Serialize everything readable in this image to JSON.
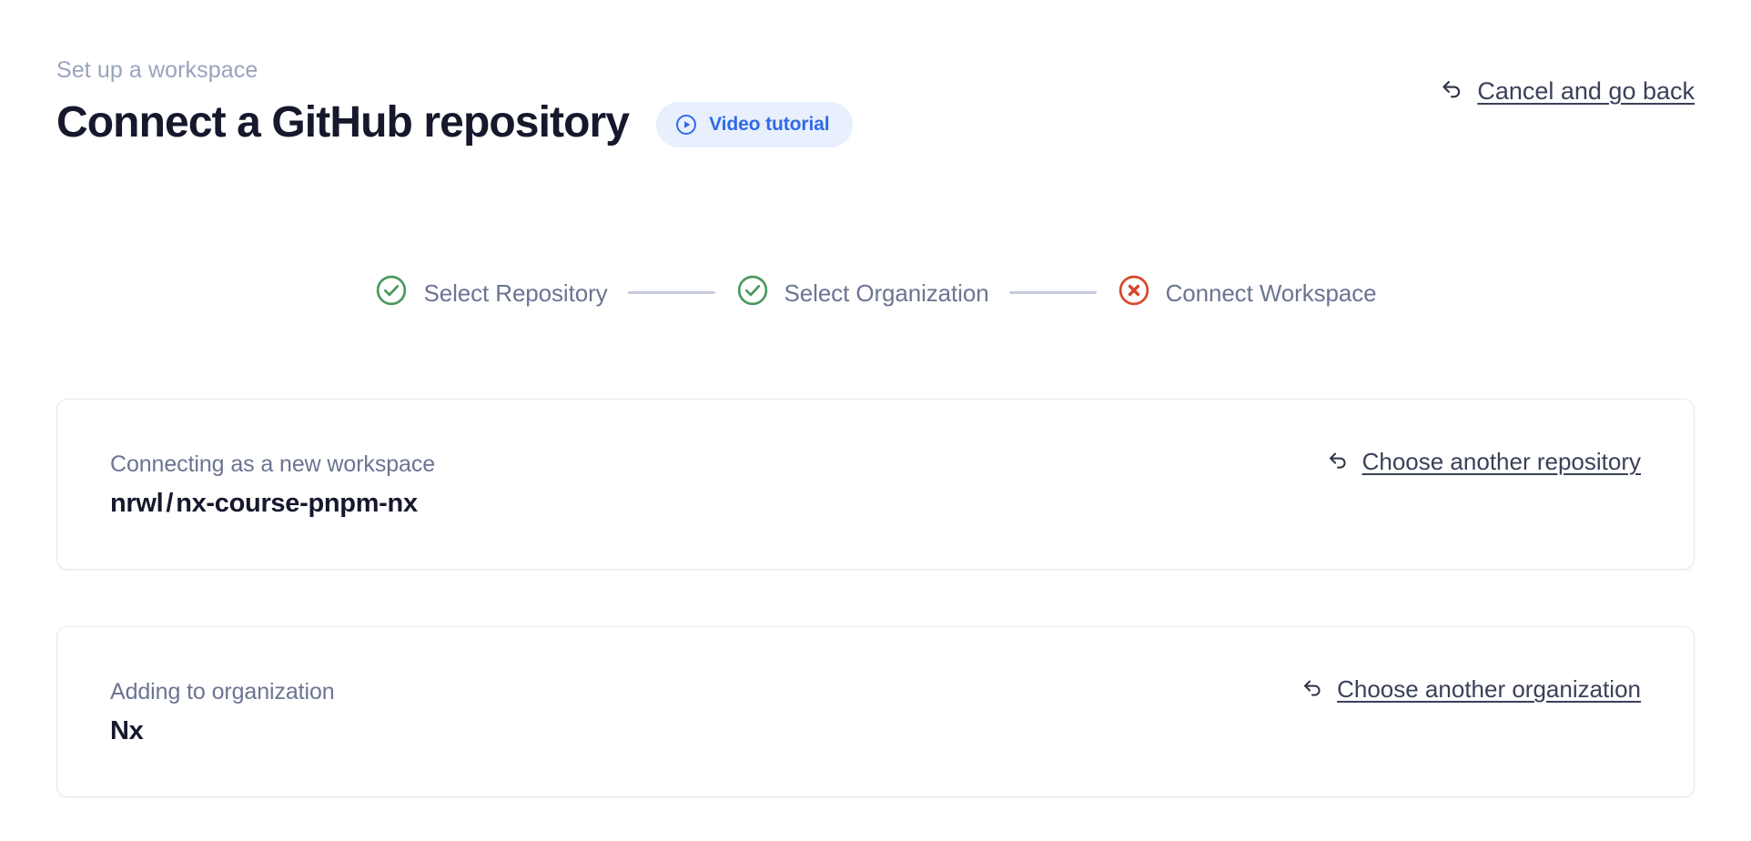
{
  "header": {
    "eyebrow": "Set up a workspace",
    "title": "Connect a GitHub repository",
    "video_badge": {
      "label": "Video tutorial",
      "icon": "play-circle-icon",
      "background": "#e8effd",
      "color": "#2f6ae8"
    },
    "cancel": {
      "label": "Cancel and go back",
      "icon": "back-arrow-icon",
      "color": "#3a4158"
    }
  },
  "stepper": {
    "steps": [
      {
        "label": "Select Repository",
        "status": "complete",
        "icon": "check-circle-icon",
        "color": "#4a9a5d"
      },
      {
        "label": "Select Organization",
        "status": "complete",
        "icon": "check-circle-icon",
        "color": "#4a9a5d"
      },
      {
        "label": "Connect Workspace",
        "status": "error",
        "icon": "x-circle-icon",
        "color": "#d9452b"
      }
    ],
    "connector_color": "#c6cbdd",
    "label_color": "#6c7492"
  },
  "cards": [
    {
      "name": "repository",
      "caption": "Connecting as a new workspace",
      "owner": "nrwl",
      "separator": "/",
      "repo": "nx-course-pnpm-nx",
      "action": {
        "label": "Choose another repository",
        "icon": "back-arrow-icon"
      }
    },
    {
      "name": "organization",
      "caption": "Adding to organization",
      "value": "Nx",
      "action": {
        "label": "Choose another organization",
        "icon": "back-arrow-icon"
      }
    }
  ]
}
